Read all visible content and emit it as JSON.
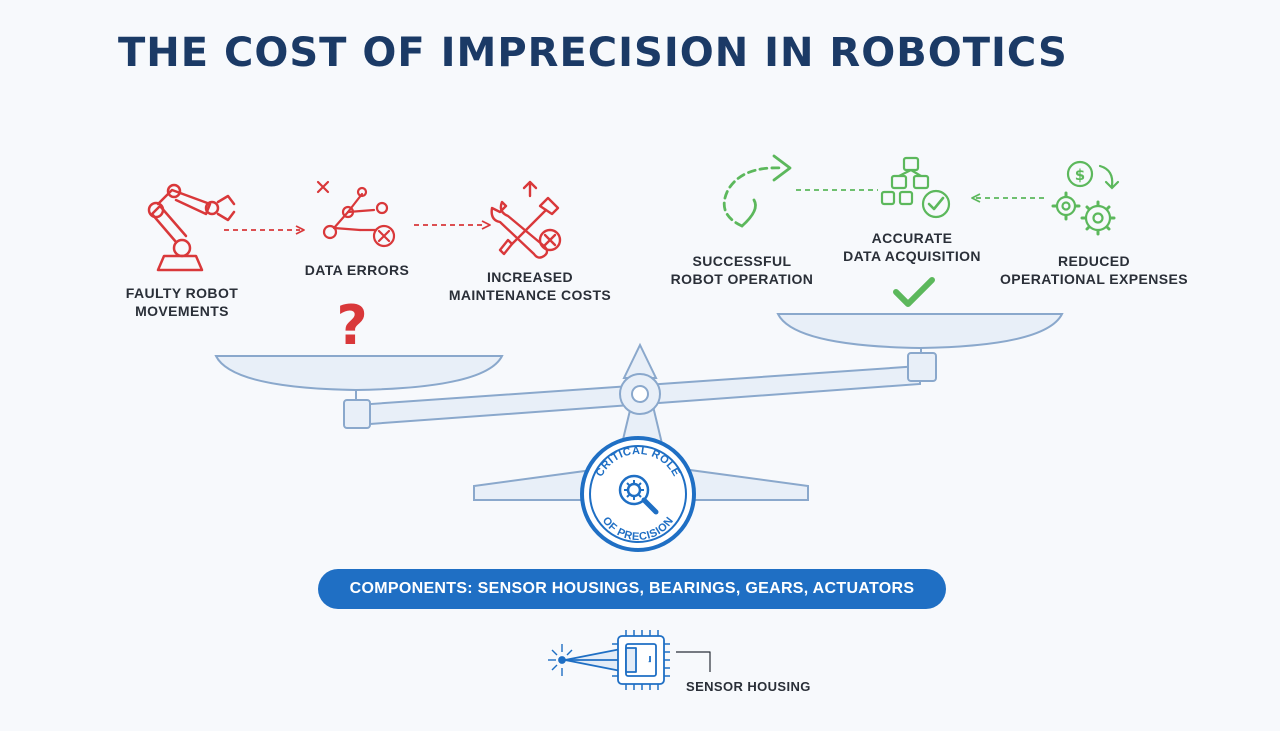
{
  "title": "THE COST OF IMPRECISION IN ROBOTICS",
  "left_flow": {
    "faulty": [
      "FAULTY ROBOT",
      "MOVEMENTS"
    ],
    "data_errors": "DATA ERRORS",
    "maintenance": [
      "INCREASED",
      "MAINTENANCE COSTS"
    ]
  },
  "right_flow": {
    "successful": [
      "SUCCESSFUL",
      "ROBOT OPERATION"
    ],
    "accurate": [
      "ACCURATE",
      "DATA ACQUISITION"
    ],
    "reduced": [
      "REDUCED",
      "OPERATIONAL EXPENSES"
    ]
  },
  "seal": {
    "top": "CRITICAL ROLE",
    "bottom": "OF PRECISION"
  },
  "components_label": "COMPONENTS: SENSOR HOUSINGS, BEARINGS, GEARS, ACTUATORS",
  "sensor_label": "SENSOR HOUSING",
  "icons": {
    "robot_arm": "robot-arm-icon",
    "data_errors": "data-error-network-icon",
    "tools": "wrench-screwdriver-icon",
    "question": "question-mark-icon",
    "curved_arrow": "curved-arrow-icon",
    "data_blocks": "data-blocks-check-icon",
    "gears_dollar": "gears-dollar-icon",
    "check": "check-icon",
    "magnifier_gear": "magnifier-gear-icon",
    "sensor": "sensor-housing-icon"
  },
  "colors": {
    "title": "#1b3a66",
    "negative": "#d9383a",
    "positive": "#5cb85c",
    "accent_blue": "#1f6fc4",
    "scale": "#e8eff8",
    "scale_outline": "#8aa8cc"
  }
}
